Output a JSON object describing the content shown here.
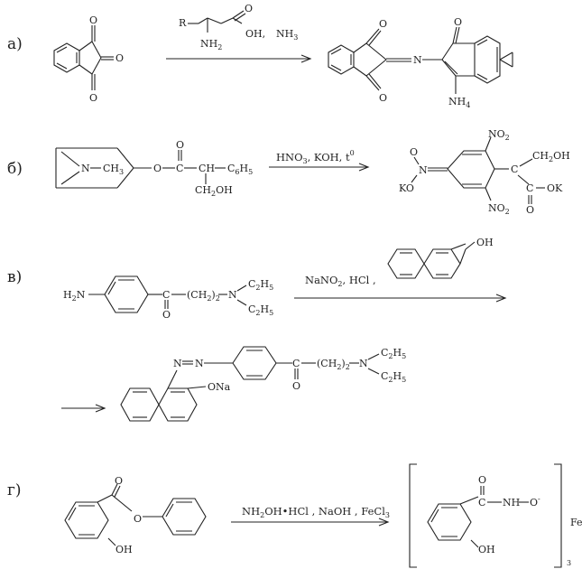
{
  "sections": {
    "a": "а)",
    "b": "б)",
    "v": "в)",
    "g": "г)"
  },
  "reagents": {
    "a_amino": {
      "r": "R",
      "oh": "OH,",
      "nh3": "NH",
      "nh3_sub": "3",
      "nh2": "NH",
      "nh2_sub": "2",
      "o": "O"
    },
    "b": {
      "hno3": "HNO",
      "hno3_sub": "3",
      "koh": ", KOH, t",
      "t_sup": "0"
    },
    "v": {
      "nano2": "NaNO",
      "nano2_sub": "2",
      "hcl": ", HCl ,",
      "oh": "OH"
    },
    "g": {
      "text1": "NH",
      "sub2": "2",
      "text2": "OH•HCl , NaOH , FeCl",
      "sub3": "3"
    }
  },
  "labels": {
    "o": "O",
    "n": "N",
    "ch3": "CH",
    "ch3_sub": "3",
    "c6h5": "C",
    "c6h5_sub1": "6",
    "c6h5_h": "H",
    "c6h5_sub2": "5",
    "ch2oh": "CH",
    "ch2oh_sub": "2",
    "ch2oh_oh": "OH",
    "ch": "CH",
    "c": "C",
    "no2": "NO",
    "no2_sub": "2",
    "ok": "OK",
    "ko": "KO",
    "ch2oh2": "CH",
    "h2n": "H",
    "h2n_sub": "2",
    "h2n_n": "N",
    "ch2": "(CH",
    "ch2_sub": "2",
    "ch2_close": ")",
    "ch2_sub2": "2",
    "c2h5": "C",
    "c2h5_sub1": "2",
    "c2h5_h": "H",
    "c2h5_sub2": "5",
    "ona": "ONa",
    "nh": "NH",
    "nh4": "NH",
    "nh4_sub": "4",
    "oh": "OH",
    "o_minus": "O",
    "minus": "-",
    "fe": "Fe",
    "three": "3",
    "azo_n1": "N",
    "azo_n2": "N",
    "dash": "–"
  }
}
